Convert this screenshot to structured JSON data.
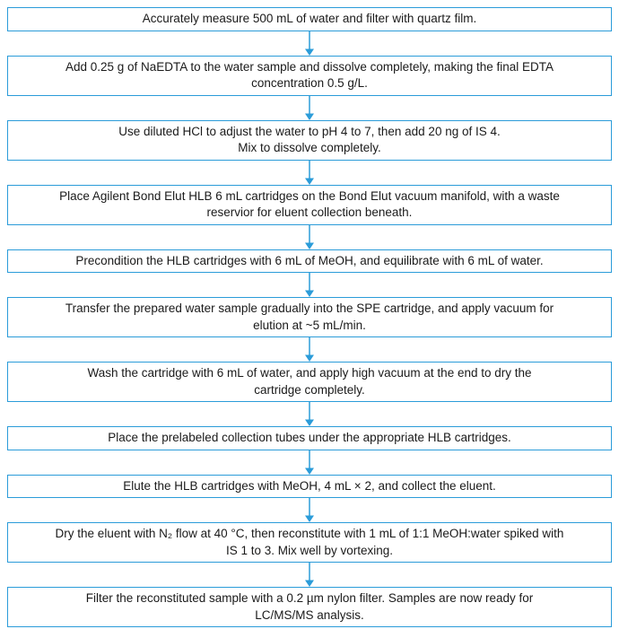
{
  "colors": {
    "accent": "#2B9CD9",
    "text": "#1A1A1A",
    "background": "#FFFFFF"
  },
  "flowchart": {
    "steps": [
      {
        "lines": [
          "Accurately measure 500 mL of water and filter with quartz film."
        ]
      },
      {
        "lines": [
          "Add 0.25 g of NaEDTA to the water sample and dissolve completely, making the final EDTA",
          "concentration 0.5 g/L."
        ]
      },
      {
        "lines": [
          "Use diluted HCl to adjust the water to pH 4 to 7, then add 20 ng of IS 4.",
          "Mix to dissolve completely."
        ]
      },
      {
        "lines": [
          "Place Agilent Bond Elut HLB 6 mL cartridges on the Bond Elut vacuum manifold, with a waste",
          "reservior for eluent collection beneath."
        ]
      },
      {
        "lines": [
          "Precondition the HLB cartridges with 6 mL of MeOH, and equilibrate with 6 mL of water."
        ]
      },
      {
        "lines": [
          "Transfer the prepared water sample gradually into the SPE cartridge, and apply vacuum for",
          "elution at ~5 mL/min."
        ]
      },
      {
        "lines": [
          "Wash the cartridge with 6 mL of water, and apply high vacuum at the end to dry the",
          "cartridge completely."
        ]
      },
      {
        "lines": [
          "Place the prelabeled collection tubes under the appropriate HLB cartridges."
        ]
      },
      {
        "lines": [
          "Elute the HLB cartridges with MeOH, 4 mL × 2, and collect the eluent."
        ]
      },
      {
        "lines": [
          "Dry the eluent with N₂ flow at 40 °C, then reconstitute with 1 mL of 1:1 MeOH:water spiked with",
          "IS 1 to 3. Mix well by vortexing."
        ]
      },
      {
        "lines": [
          "Filter the reconstituted sample with a 0.2 µm nylon filter. Samples are now ready for",
          "LC/MS/MS analysis."
        ]
      }
    ]
  }
}
